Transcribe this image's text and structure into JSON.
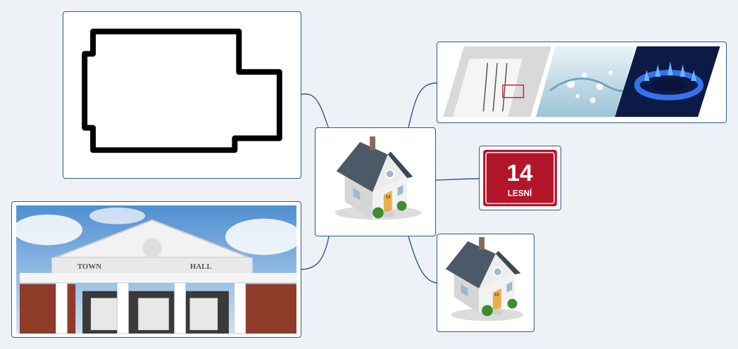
{
  "map": {
    "central_topic": {
      "icon": "house-icon",
      "house_number": "13"
    },
    "topics": [
      {
        "id": "floorplan",
        "icon": "floor-plan-outline"
      },
      {
        "id": "utilities",
        "icon": "utilities-collage",
        "parts": [
          "thermostat-knob",
          "water-splash",
          "gas-flame"
        ]
      },
      {
        "id": "street-sign",
        "number": "14",
        "street": "LESNÍ"
      },
      {
        "id": "town-hall",
        "pediment_left": "TOWN",
        "pediment_right": "HALL"
      },
      {
        "id": "house-small",
        "icon": "house-icon",
        "house_number": "13"
      }
    ]
  },
  "colors": {
    "background": "#eef1f6",
    "node_border": "#2d5c87",
    "connector": "#2d5c87",
    "sign_red": "#b3152a"
  }
}
